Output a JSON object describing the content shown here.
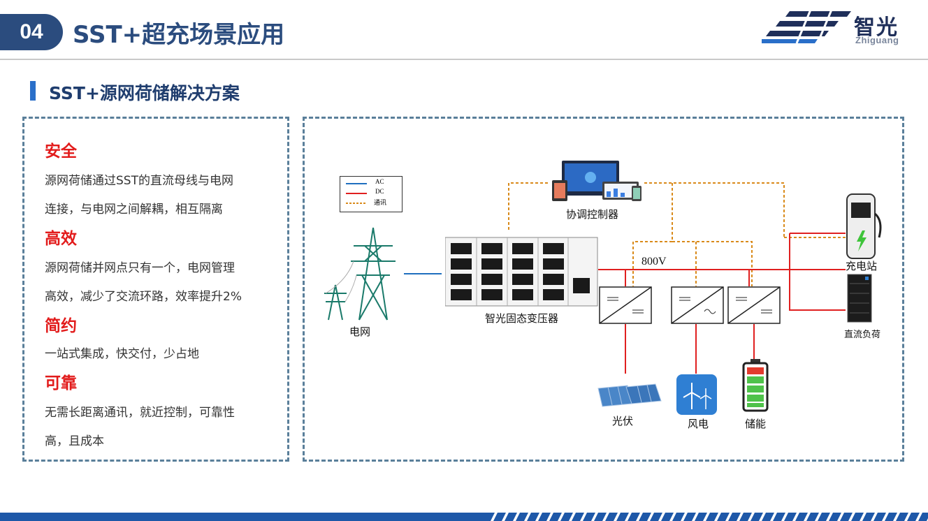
{
  "header": {
    "section_number": "04",
    "title": "SST+超充场景应用",
    "logo_text": "智光",
    "logo_sub": "Zhiguang"
  },
  "section": {
    "title": "SST+源网荷储解决方案"
  },
  "features": [
    {
      "heading": "安全",
      "lines": [
        "源网荷储通过SST的直流母线与电网",
        "连接，与电网之间解耦，相互隔离"
      ]
    },
    {
      "heading": "高效",
      "lines": [
        "源网荷储并网点只有一个，电网管理",
        "高效，减少了交流环路，效率提升2%"
      ]
    },
    {
      "heading": "简约",
      "lines": [
        "一站式集成，快交付，少占地"
      ]
    },
    {
      "heading": "可靠",
      "lines": [
        "无需长距离通讯，就近控制，可靠性",
        "高，且成本"
      ]
    }
  ],
  "diagram": {
    "legend": {
      "ac": "AC",
      "dc": "DC",
      "comm": "通讯"
    },
    "labels": {
      "grid": "电网",
      "sst": "智光固态变压器",
      "controller": "协调控制器",
      "bus_voltage": "800V",
      "charging_station": "充电站",
      "dc_load": "直流负荷",
      "pv": "光伏",
      "wind": "风电",
      "storage": "储能"
    },
    "colors": {
      "ac": "#1f6fbf",
      "dc": "#e02020",
      "comm": "#d98a1a",
      "accent": "#2b4c7e"
    }
  }
}
